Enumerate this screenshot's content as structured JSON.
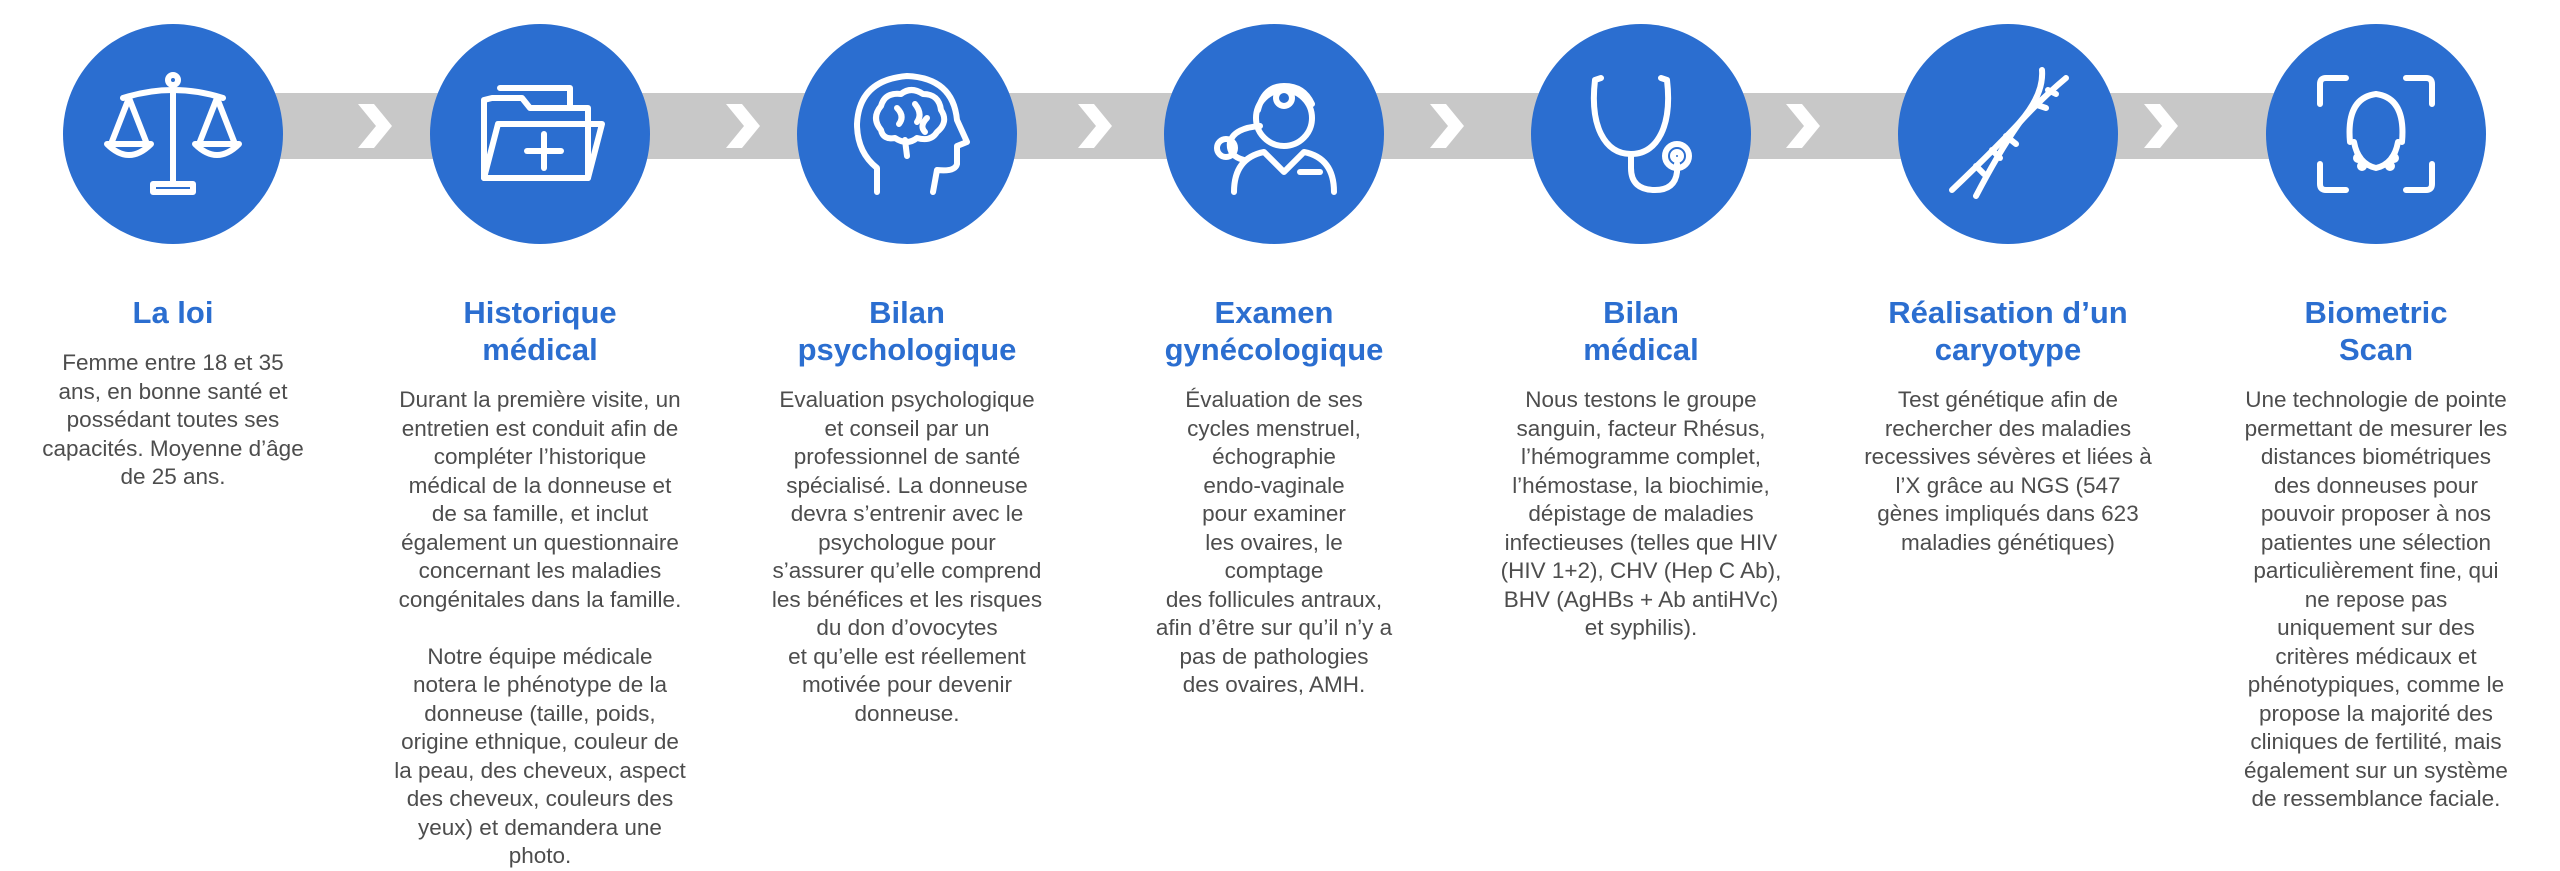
{
  "colors": {
    "accent": "#2b6ed0",
    "band": "#c8c8c8",
    "text": "#4d4d4d",
    "chevron": "#ffffff"
  },
  "steps": [
    {
      "icon": "scales-icon",
      "title": "La loi",
      "description": "Femme entre 18 et 35\nans, en bonne santé et\npossédant toutes ses\ncapacités. Moyenne d’âge\nde 25 ans."
    },
    {
      "icon": "medical-folder-icon",
      "title": "Historique\nmédical",
      "description": "Durant la première visite, un\nentretien est conduit afin de\ncompléter l’historique\nmédical de la donneuse et\nde sa famille, et inclut\négalement un questionnaire\nconcernant les maladies\ncongénitales dans la famille.\n\nNotre équipe médicale\nnotera le phénotype de la\ndonneuse (taille, poids,\norigine ethnique, couleur de\nla peau, des cheveux, aspect\ndes cheveux, couleurs des\nyeux) et demandera une\nphoto."
    },
    {
      "icon": "brain-head-icon",
      "title": "Bilan\npsychologique",
      "description": "Evaluation psychologique\net conseil par un\nprofessionnel de santé\nspécialisé. La donneuse\ndevra s’entrenir avec le\npsychologue pour\ns’assurer qu’elle comprend\nles bénéfices et les risques\ndu don d’ovocytes\net qu’elle est réellement\nmotivée pour devenir\ndonneuse."
    },
    {
      "icon": "doctor-icon",
      "title": "Examen\ngynécologique",
      "description": "Évaluation de ses\ncycles menstruel,\néchographie\nendo-vaginale\npour examiner\nles ovaires, le\ncomptage\ndes follicules antraux,\nafin d’être sur qu’il n’y a\npas de pathologies\ndes ovaires, AMH."
    },
    {
      "icon": "stethoscope-icon",
      "title": "Bilan\nmédical",
      "description": "Nous testons le groupe\nsanguin, facteur Rhésus,\nl’hémogramme complet,\nl’hémostase, la biochimie,\ndépistage de maladies\ninfectieuses (telles que HIV\n(HIV 1+2), CHV (Hep C Ab),\nBHV (AgHBs + Ab antiHVc)\net syphilis)."
    },
    {
      "icon": "dna-icon",
      "title": "Réalisation d’un\ncaryotype",
      "description": "Test génétique afin de\nrechercher des maladies\nrecessives sévères et liées à\nl’X  grâce au NGS (547\ngènes impliqués dans 623\nmaladies génétiques)"
    },
    {
      "icon": "face-scan-icon",
      "title": "Biometric\nScan",
      "description": "Une technologie de pointe\npermettant de mesurer les\ndistances biométriques\ndes donneuses pour\npouvoir proposer à nos\npatientes une sélection\nparticulièrement fine, qui\nne repose pas\nuniquement sur des\ncritères médicaux et\nphénotypiques, comme le\npropose la majorité des\ncliniques de fertilité, mais\négalement sur un système\nde ressemblance faciale."
    }
  ]
}
